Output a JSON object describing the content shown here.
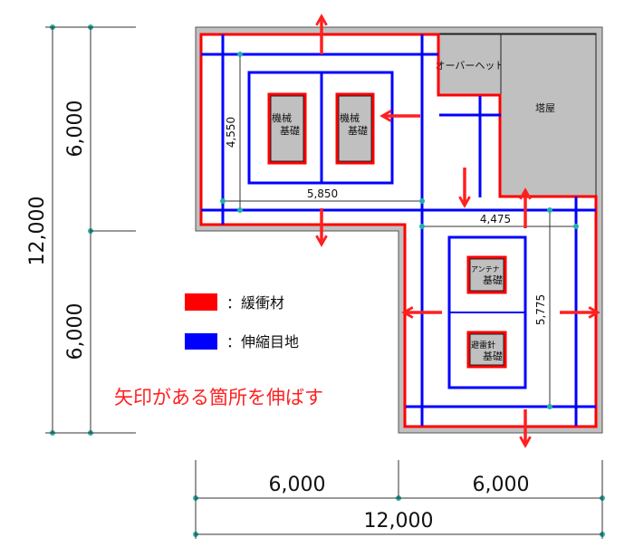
{
  "colors": {
    "cushion": "#ff0000",
    "joint": "#0000ff",
    "slab": "#c0c0c0",
    "node": "#20b2aa"
  },
  "dimensions": {
    "left_total": "12,000",
    "left_upper": "6,000",
    "left_lower": "6,000",
    "bottom_left": "6,000",
    "bottom_right": "6,000",
    "bottom_total": "12,000",
    "inner_4550": "4,550",
    "inner_5850": "5,850",
    "inner_4475": "4,475",
    "inner_5775": "5,775"
  },
  "labels": {
    "overhead": "オーバーヘッド",
    "tower": "塔屋",
    "machine_base_1": [
      "機械",
      "基礎"
    ],
    "machine_base_2": [
      "機械",
      "基礎"
    ],
    "antenna_base": [
      "アンテナ",
      "基礎"
    ],
    "lightning_base": [
      "避雷針",
      "基礎"
    ]
  },
  "legend": [
    {
      "label": "：緩衝材"
    },
    {
      "label": "：伸縮目地"
    }
  ],
  "note": "矢印がある箇所を伸ばす"
}
